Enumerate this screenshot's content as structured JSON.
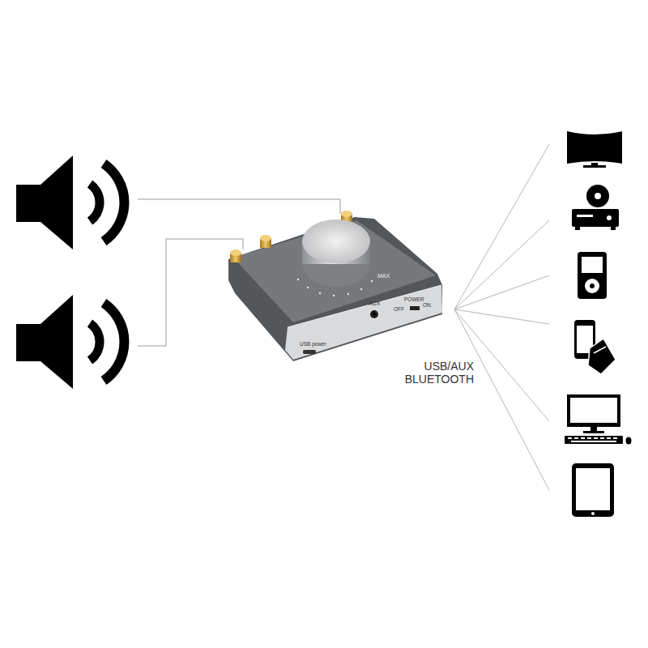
{
  "diagram": {
    "labels": [
      "MAX",
      "AUX",
      "POWER",
      "OFF",
      "ON",
      "USB power",
      "USB/AUX BLUETOOTH"
    ]
  }
}
